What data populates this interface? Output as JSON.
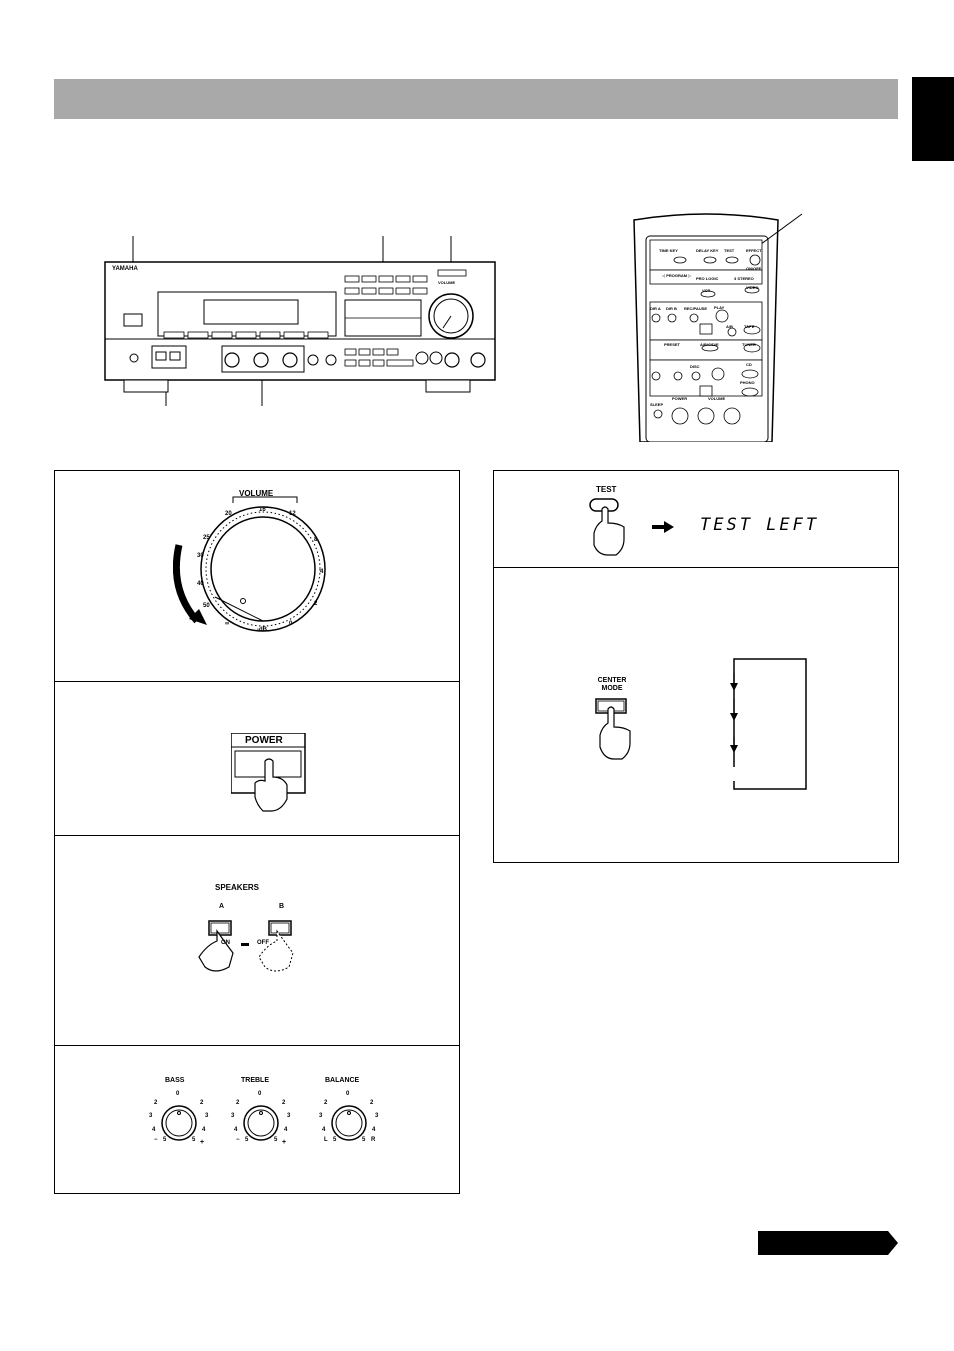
{
  "header": {},
  "receiver": {
    "brand": "YAMAHA",
    "volume_label": "VOLUME"
  },
  "remote": {
    "buttons": {
      "time_key": "TIME KEY",
      "delay_key": "DELAY KEY",
      "test": "TEST",
      "effect": "EFFECT",
      "on_off": "ON/OFF",
      "program": "◁ PROGRAM ▷",
      "pro_logic": "PRO LOGIC",
      "stereo_3": "3 STEREO",
      "vcr": "VCR",
      "video": "VIDEO",
      "dir_a": "DIR A",
      "dir_b": "DIR B",
      "rec_pause": "REC/PAUSE",
      "play": "PLAY",
      "ab": "A/B",
      "tape": "TAPE",
      "preset": "PRESET",
      "abcde": "A/B/C/D/E",
      "tuner": "TUNER",
      "disc": "DISC",
      "cd": "CD",
      "phono": "PHONO",
      "sleep": "SLEEP",
      "power": "POWER",
      "volume": "VOLUME"
    }
  },
  "panels": {
    "volume": {
      "title": "VOLUME",
      "scale": [
        "20",
        "16",
        "12",
        "25",
        "8",
        "30",
        "4",
        "40",
        "50",
        "2",
        "0",
        "∞",
        "-dB"
      ]
    },
    "power": {
      "label": "POWER"
    },
    "speakers": {
      "title": "SPEAKERS",
      "a": "A",
      "b": "B",
      "on": "ON",
      "off": "OFF"
    },
    "tone": {
      "bass": "BASS",
      "treble": "TREBLE",
      "balance": "BALANCE",
      "zero": "0",
      "two": "2",
      "three": "3",
      "four": "4",
      "five": "5",
      "minus": "−",
      "plus": "+",
      "l": "L",
      "r": "R"
    },
    "test": {
      "button": "TEST",
      "display": "TEST LEFT"
    },
    "center": {
      "button": "CENTER MODE"
    }
  }
}
